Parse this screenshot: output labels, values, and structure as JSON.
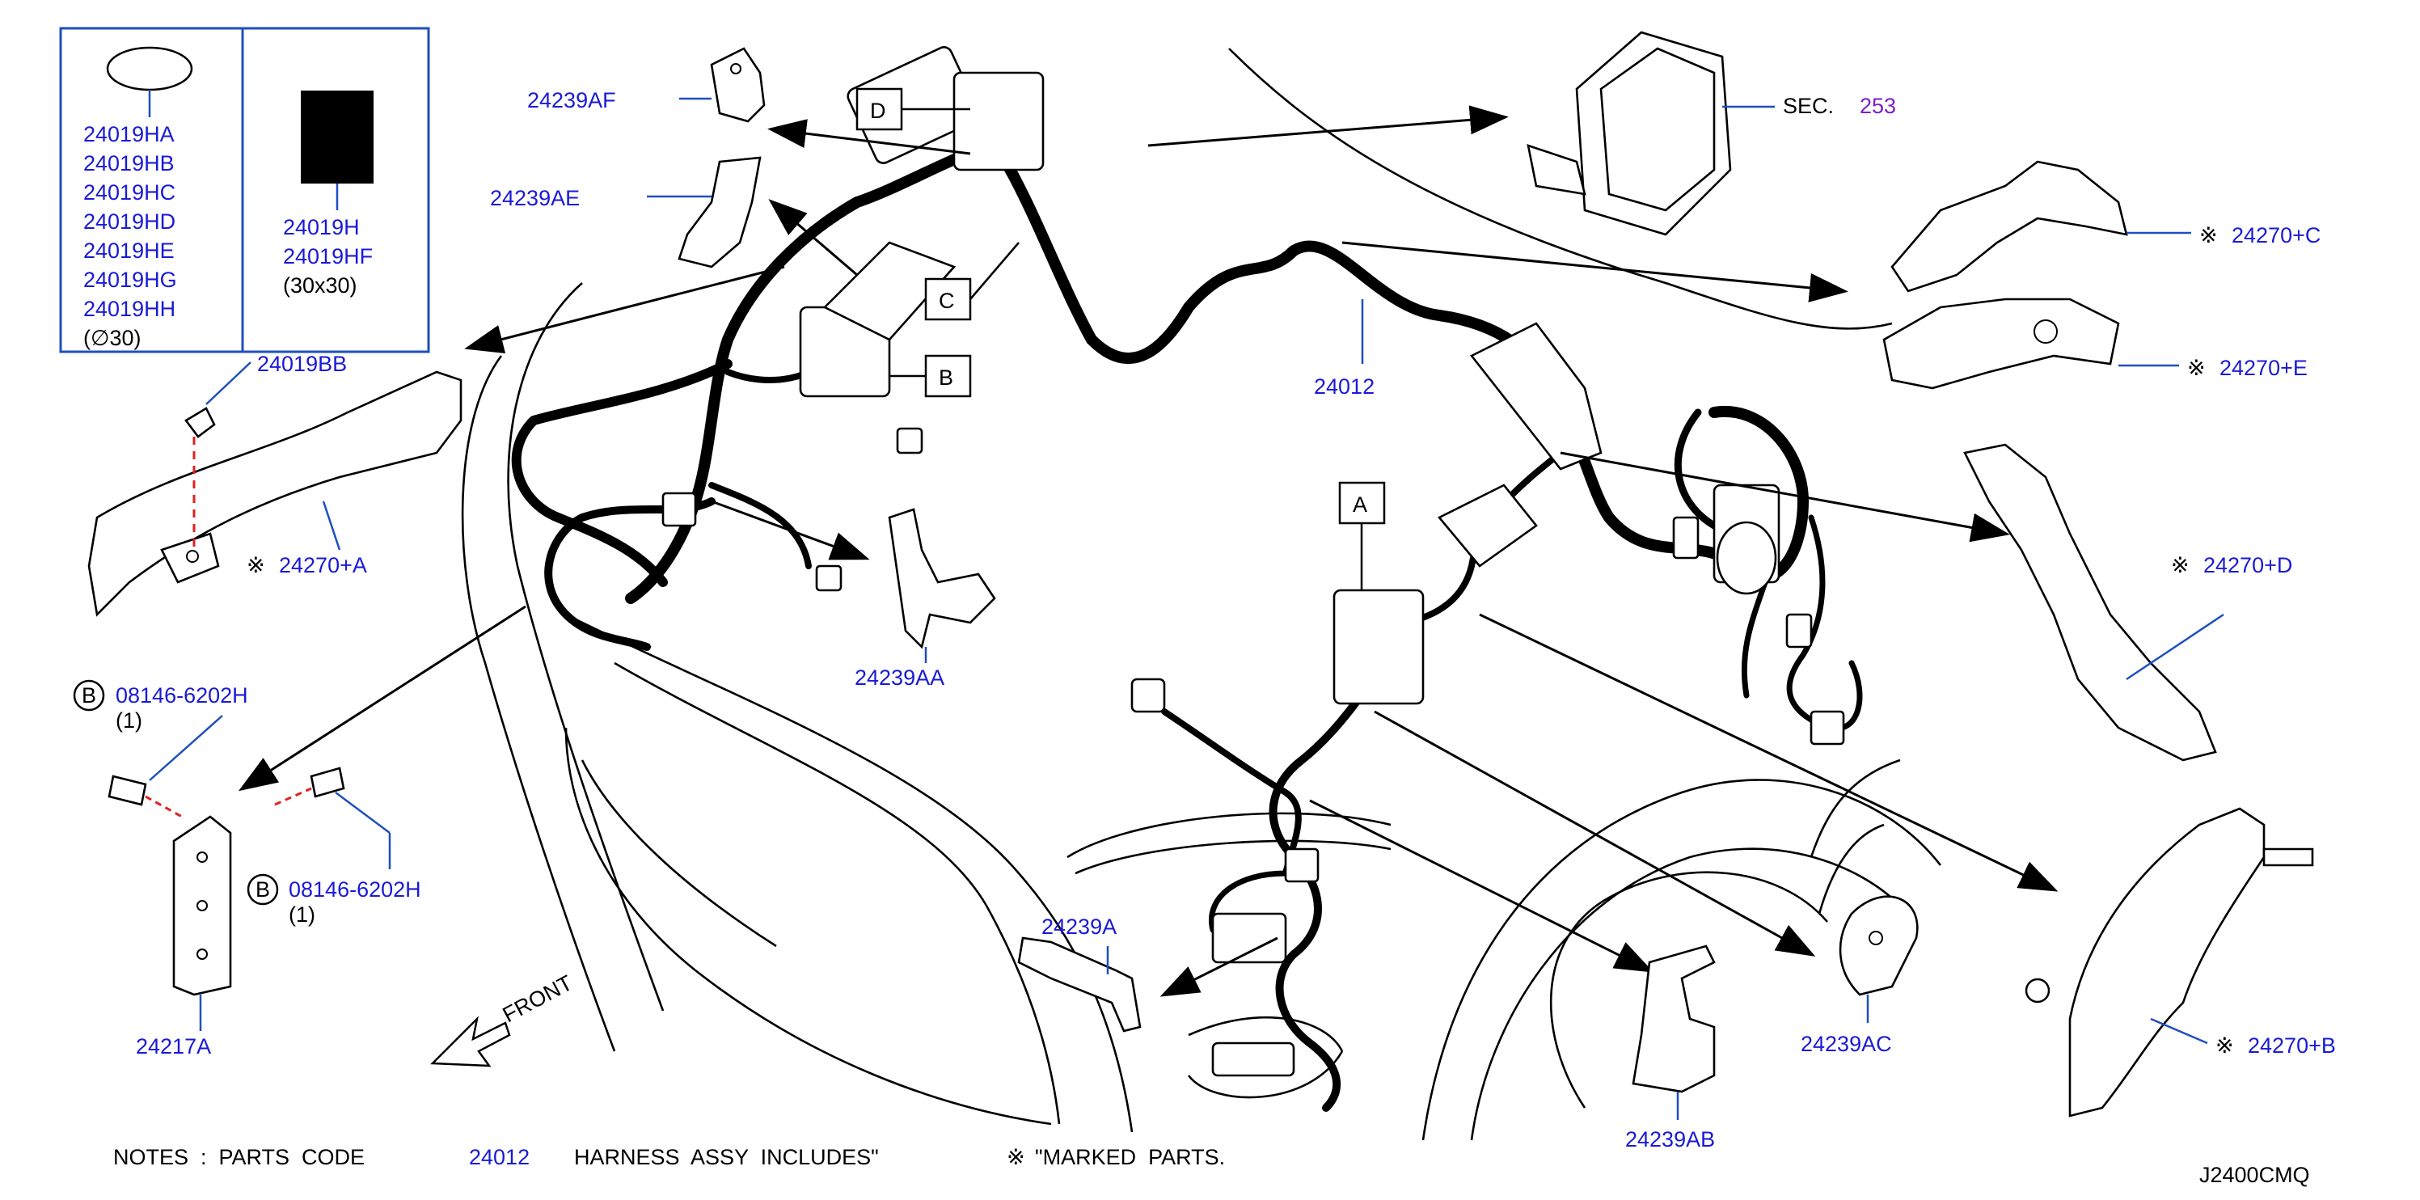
{
  "diagram_id": "J2400CMQ",
  "legend": {
    "round_grommet": {
      "parts": [
        "24019HA",
        "24019HB",
        "24019HC",
        "24019HD",
        "24019HE",
        "24019HG",
        "24019HH"
      ],
      "size": "(∅30)"
    },
    "square_pad": {
      "parts": [
        "24019H",
        "24019HF"
      ],
      "size": "(30x30)"
    }
  },
  "callouts": {
    "p24239AF": "24239AF",
    "p24239AE": "24239AE",
    "p24019BB": "24019BB",
    "p24270A": "24270+A",
    "p24239AA": "24239AA",
    "p24012": "24012",
    "p24270C": "24270+C",
    "p24270E": "24270+E",
    "p24270D": "24270+D",
    "p24270B": "24270+B",
    "p24239A": "24239A",
    "p24239AB": "24239AB",
    "p24239AC": "24239AC",
    "p24217A": "24217A",
    "bolt1": "08146-6202H",
    "bolt1_qty": "(1)",
    "bolt2": "08146-6202H",
    "bolt2_qty": "(1)",
    "bolt_letter": "B",
    "mark": "※",
    "sec_label": "SEC.",
    "sec_number": "253"
  },
  "box_labels": {
    "A": "A",
    "B": "B",
    "C": "C",
    "D": "D"
  },
  "front_label": "FRONT",
  "notes": {
    "prefix": "NOTES  :  PARTS  CODE",
    "code": "24012",
    "middle": "HARNESS  ASSY  INCLUDES\"",
    "mark": "※",
    "suffix": "\"MARKED  PARTS."
  },
  "colors": {
    "part_number": "#1a1ad8",
    "section_ref": "#7a1fd0",
    "leader": "#1f4fbf",
    "fastening_line": "#e02020"
  }
}
